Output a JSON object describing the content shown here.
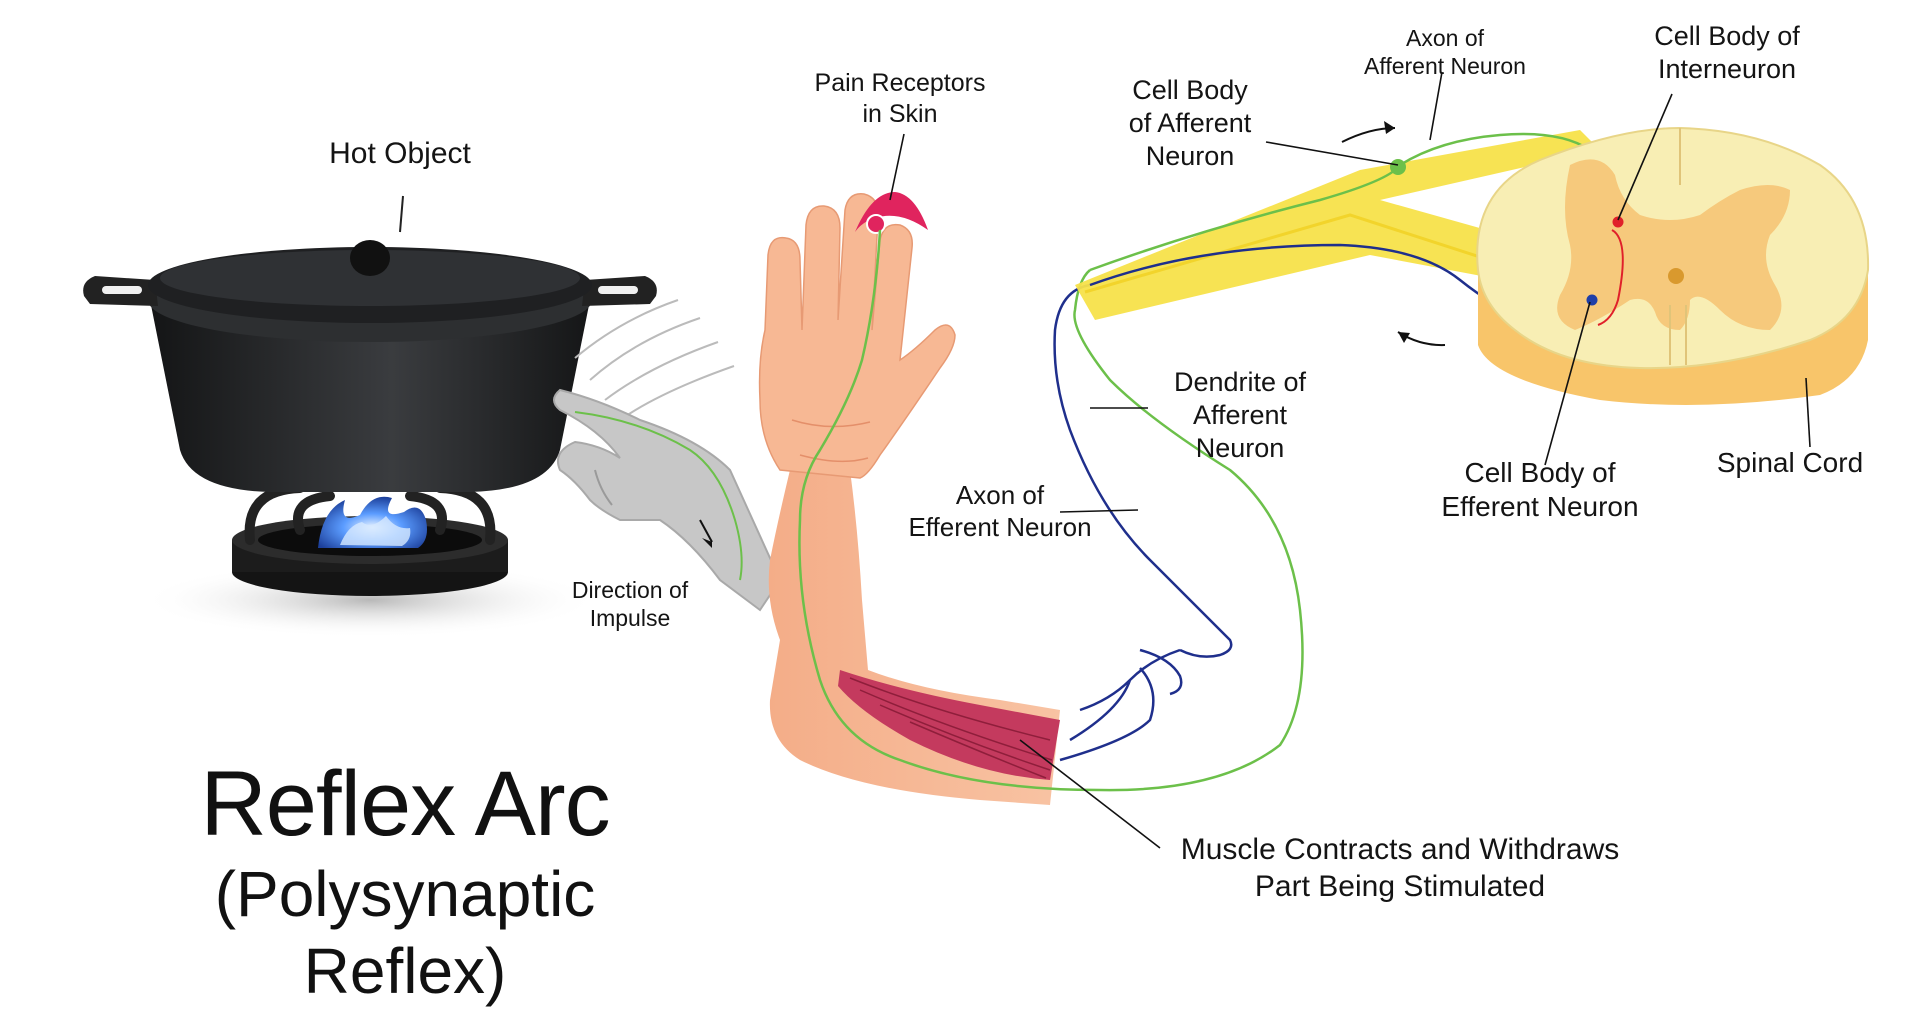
{
  "title": {
    "main": "Reflex Arc",
    "subtitle": "(Polysynaptic Reflex)"
  },
  "labels": {
    "hot_object": "Hot Object",
    "pain_receptors": [
      "Pain Receptors",
      "in Skin"
    ],
    "direction_of_impulse": [
      "Direction of",
      "Impulse"
    ],
    "cell_body_afferent": [
      "Cell Body",
      "of Afferent",
      "Neuron"
    ],
    "axon_afferent": [
      "Axon of",
      "Afferent Neuron"
    ],
    "cell_body_interneuron": [
      "Cell Body of",
      "Interneuron"
    ],
    "dendrite_afferent": [
      "Dendrite of",
      "Afferent",
      "Neuron"
    ],
    "axon_efferent": [
      "Axon of",
      "Efferent Neuron"
    ],
    "cell_body_efferent": [
      "Cell Body of",
      "Efferent Neuron"
    ],
    "spinal_cord": "Spinal Cord",
    "muscle": [
      "Muscle Contracts and Withdraws",
      "Part Being Stimulated"
    ]
  },
  "colors": {
    "afferent_neuron": "#6cc04a",
    "efferent_neuron": "#1f2f8c",
    "interneuron": "#e0202a",
    "nerve": "#f7e24a",
    "skin": "#f6b896",
    "muscle": "#c43a5e",
    "spinal_white_matter": "#f8eeb4",
    "spinal_grey_matter": "#f6c97c",
    "pot": "#2a2b2d",
    "flame": "#3d7ee8",
    "pain_receptor": "#e0245e"
  }
}
